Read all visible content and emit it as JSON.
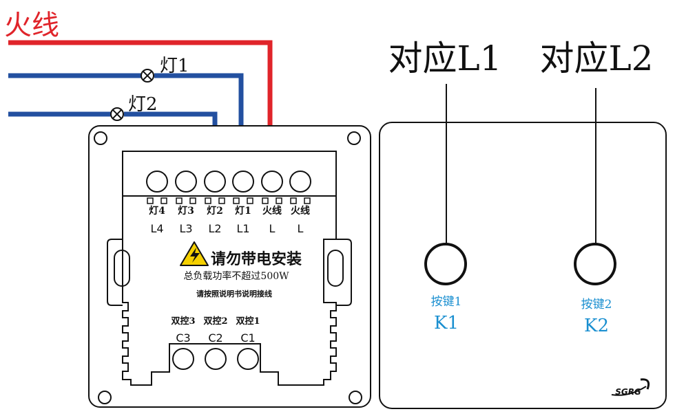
{
  "wires": {
    "live_label": "火线",
    "lamp1_label": "灯1",
    "lamp2_label": "灯2",
    "colors": {
      "live": "#e0242a",
      "neutral": "#2350a0"
    }
  },
  "back_module": {
    "terminals": [
      {
        "cn": "灯4",
        "code": "L4"
      },
      {
        "cn": "灯3",
        "code": "L3"
      },
      {
        "cn": "灯2",
        "code": "L2"
      },
      {
        "cn": "灯1",
        "code": "L1"
      },
      {
        "cn": "火线",
        "code": "L"
      },
      {
        "cn": "火线",
        "code": "L"
      }
    ],
    "warning_title": "请勿带电安装",
    "max_power": "总负载功率不超过500W",
    "instruction": "请按照说明书说明接线",
    "bottom_terminals": [
      {
        "cn": "双控3",
        "code": "C3"
      },
      {
        "cn": "双控2",
        "code": "C2"
      },
      {
        "cn": "双控1",
        "code": "C1"
      }
    ]
  },
  "front_panel": {
    "mapping_1": "对应L1",
    "mapping_2": "对应L2",
    "key1_label": "按键1",
    "key1_code": "K1",
    "key2_label": "按键2",
    "key2_code": "K2",
    "logo": "SGRG",
    "key_text_color": "#1a8fd0"
  }
}
